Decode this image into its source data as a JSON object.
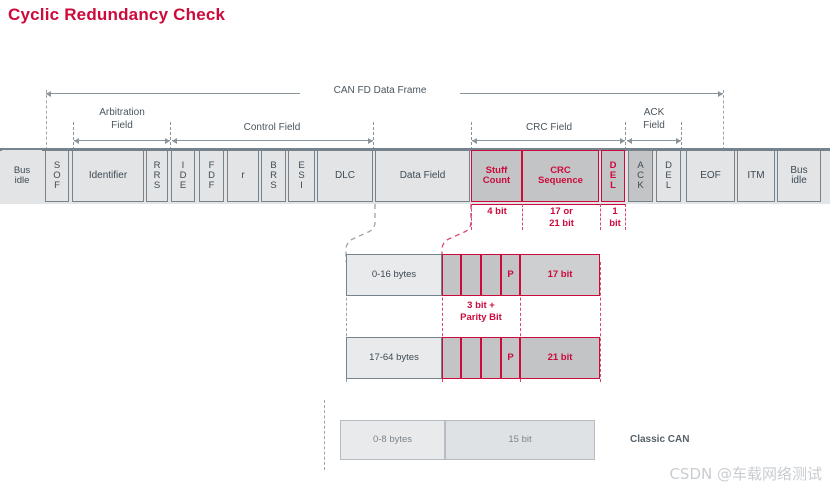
{
  "title": "Cyclic Redundancy Check",
  "colors": {
    "accent_red": "#cc0a3b",
    "cell_fill": "#e2e4e6",
    "cell_fill_dark": "#c2c4c6",
    "border_grey": "#76838c",
    "text_grey": "#3f4a52",
    "watermark_grey": "#c9cdd1"
  },
  "annotations": {
    "can_fd_data_frame": "CAN FD Data Frame",
    "arbitration_field": "Arbitration\nField",
    "arbitration_field_l1": "Arbitration",
    "arbitration_field_l2": "Field",
    "control_field": "Control Field",
    "crc_field": "CRC Field",
    "ack_field_l1": "ACK",
    "ack_field_l2": "Field"
  },
  "frame_cells": [
    {
      "name": "bus-idle-left",
      "label": "Bus idle",
      "lines": [
        "Bus",
        "idle"
      ],
      "style": "busidle"
    },
    {
      "name": "sof",
      "label": "SOF",
      "lines": [
        "S",
        "O",
        "F"
      ],
      "style": "vert"
    },
    {
      "name": "identifier",
      "label": "Identifier",
      "lines": [
        "Identifier"
      ],
      "style": "wide"
    },
    {
      "name": "rrs",
      "label": "RRS",
      "lines": [
        "R",
        "R",
        "S"
      ],
      "style": "vert"
    },
    {
      "name": "ide",
      "label": "IDE",
      "lines": [
        "I",
        "D",
        "E"
      ],
      "style": "vert"
    },
    {
      "name": "fdf",
      "label": "FDF",
      "lines": [
        "F",
        "D",
        "F"
      ],
      "style": "vert"
    },
    {
      "name": "r",
      "label": "r",
      "lines": [
        "r"
      ],
      "style": "wide"
    },
    {
      "name": "brs",
      "label": "BRS",
      "lines": [
        "B",
        "R",
        "S"
      ],
      "style": "vert"
    },
    {
      "name": "esi",
      "label": "ESI",
      "lines": [
        "E",
        "S",
        "I"
      ],
      "style": "vert"
    },
    {
      "name": "dlc",
      "label": "DLC",
      "lines": [
        "DLC"
      ],
      "style": "wide"
    },
    {
      "name": "data-field",
      "label": "Data Field",
      "lines": [
        "Data Field"
      ],
      "style": "wide"
    },
    {
      "name": "stuff-count",
      "label": "Stuff Count",
      "lines": [
        "Stuff",
        "Count"
      ],
      "style": "red"
    },
    {
      "name": "crc-sequence",
      "label": "CRC Sequence",
      "lines": [
        "CRC",
        "Sequence"
      ],
      "style": "red"
    },
    {
      "name": "crc-delimiter",
      "label": "DEL",
      "lines": [
        "D",
        "E",
        "L"
      ],
      "style": "red"
    },
    {
      "name": "ack",
      "label": "ACK",
      "lines": [
        "A",
        "C",
        "K"
      ],
      "style": "vert"
    },
    {
      "name": "ack-delimiter",
      "label": "DEL",
      "lines": [
        "D",
        "E",
        "L"
      ],
      "style": "vert"
    },
    {
      "name": "eof",
      "label": "EOF",
      "lines": [
        "EOF"
      ],
      "style": "wide"
    },
    {
      "name": "itm",
      "label": "ITM",
      "lines": [
        "ITM"
      ],
      "style": "wide"
    },
    {
      "name": "bus-idle-right",
      "label": "Bus idle",
      "lines": [
        "Bus",
        "idle"
      ],
      "style": "wide"
    }
  ],
  "bit_labels": {
    "stuff_count": "4 bit",
    "crc_sequence_l1": "17 or",
    "crc_sequence_l2": "21 bit",
    "delimiter_l1": "1",
    "delimiter_l2": "bit",
    "parity_l1": "3 bit +",
    "parity_l2": "Parity Bit"
  },
  "expansion_rows": [
    {
      "name": "crc17-row",
      "data_label": "0-16 bytes",
      "parity_cell": "P",
      "crc_label": "17 bit"
    },
    {
      "name": "crc21-row",
      "data_label": "17-64 bytes",
      "parity_cell": "P",
      "crc_label": "21 bit"
    }
  ],
  "classic_can_row": {
    "name": "classic-can-row",
    "data_label": "0-8 bytes",
    "crc_label": "15 bit",
    "caption": "Classic CAN"
  },
  "watermark": "CSDN @车载网络测试"
}
